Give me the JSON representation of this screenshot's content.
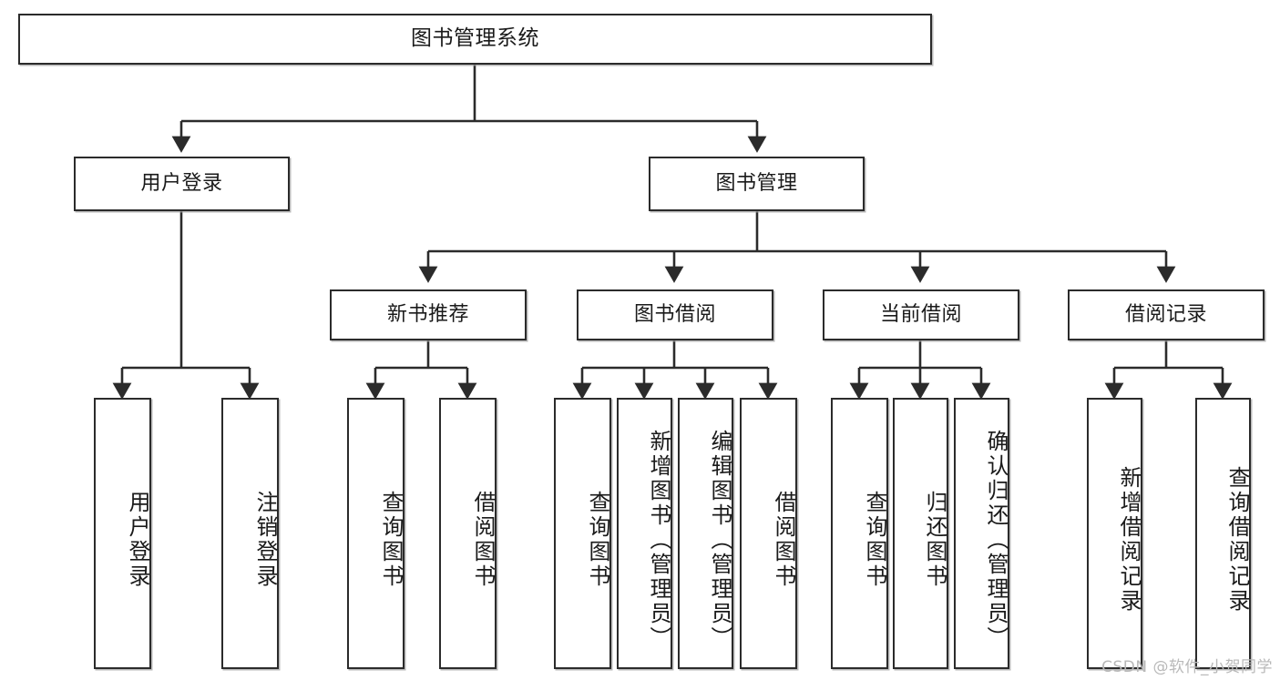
{
  "diagram": {
    "title": "图书管理系统",
    "type": "tree-hierarchy",
    "watermark": "CSDN @软件_小贺同学",
    "colors": {
      "box_border": "#2b2b2b",
      "box_fill": "#ffffff",
      "connector": "#2b2b2b",
      "watermark": "#b9b9b9",
      "background": "#ffffff"
    },
    "nodes": {
      "root": {
        "label": "图书管理系统"
      },
      "level2": [
        {
          "id": "user-login",
          "label": "用户登录"
        },
        {
          "id": "book-management",
          "label": "图书管理"
        }
      ],
      "level3": [
        {
          "id": "new-book-recommend",
          "label": "新书推荐"
        },
        {
          "id": "book-borrow",
          "label": "图书借阅"
        },
        {
          "id": "current-borrow",
          "label": "当前借阅"
        },
        {
          "id": "borrow-record",
          "label": "借阅记录"
        }
      ],
      "leaves": {
        "user_login": [
          {
            "id": "leaf-user-login",
            "label": "用户登录"
          },
          {
            "id": "leaf-logout-login",
            "label": "注销登录"
          }
        ],
        "new_book_recommend": [
          {
            "id": "leaf-query-book-1",
            "label": "查询图书"
          },
          {
            "id": "leaf-borrow-book-1",
            "label": "借阅图书"
          }
        ],
        "book_borrow": [
          {
            "id": "leaf-query-book-2",
            "label": "查询图书"
          },
          {
            "id": "leaf-add-book",
            "label": "新增图书（管理员）"
          },
          {
            "id": "leaf-edit-book",
            "label": "编辑图书（管理员）"
          },
          {
            "id": "leaf-borrow-book-2",
            "label": "借阅图书"
          }
        ],
        "current_borrow": [
          {
            "id": "leaf-query-book-3",
            "label": "查询图书"
          },
          {
            "id": "leaf-return-book",
            "label": "归还图书"
          },
          {
            "id": "leaf-confirm-return",
            "label": "确认归还（管理员）"
          }
        ],
        "borrow_record": [
          {
            "id": "leaf-add-record",
            "label": "新增借阅记录"
          },
          {
            "id": "leaf-query-record",
            "label": "查询借阅记录"
          }
        ]
      }
    }
  }
}
